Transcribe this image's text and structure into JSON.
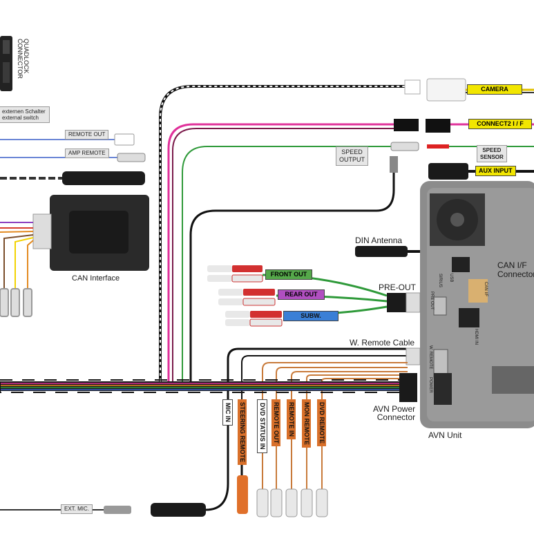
{
  "labels": {
    "quadlock": "QUADLOCK\nCONNECTOR",
    "ext_switch": [
      "externen Schalter",
      "external switch"
    ],
    "remote_out": "REMOTE OUT",
    "amp_remote": "AMP REMOTE",
    "can_interface": "CAN Interface",
    "camera": "CAMERA",
    "connect2": "CONNECT2  I / F",
    "speed_output": [
      "SPEED",
      "OUTPUT"
    ],
    "speed_sensor": [
      "SPEED",
      "SENSOR"
    ],
    "aux_input": "AUX INPUT",
    "din_antenna": "DIN  Antenna",
    "can_if": [
      "CAN I/F",
      "Connector"
    ],
    "front_out": "FRONT  OUT",
    "rear_out": "REAR  OUT",
    "subw": "SUBW.",
    "pre_out": "PRE-OUT",
    "w_remote_cable": "W. Remote Cable",
    "avn_power": [
      "AVN Power",
      "Connector"
    ],
    "avn_unit": "AVN Unit",
    "mic_in": "MIC  IN",
    "steering_remote": "STEERING REMOTE",
    "dvd_status_in": "DVD STATUS  IN",
    "remote_out_v": "REMOTE OUT",
    "remote_in": "REMOTE  IN",
    "mon_remote": "MON REMOTE",
    "dvd_remote": "DVD REMOTE",
    "ext_mic": "EXT. MIC."
  },
  "unit_panel_labels": [
    "PRE OUT",
    "CAN I/F",
    "HDMI IN",
    "W. REMOTE",
    "POWER",
    "SIRIUS",
    "USB"
  ],
  "colors": {
    "camera_tag": "#f2e600",
    "connect2_tag": "#f2e600",
    "aux_tag": "#f2e600",
    "front_out_tag": "#55a84a",
    "rear_out_tag": "#b04fc0",
    "subw_tag": "#3a7fd6",
    "orange_tag": "#d9702a",
    "pink_wire": "#e0309a",
    "green_wire": "#2f9a3a",
    "unit_body": "#8c8c8c"
  }
}
